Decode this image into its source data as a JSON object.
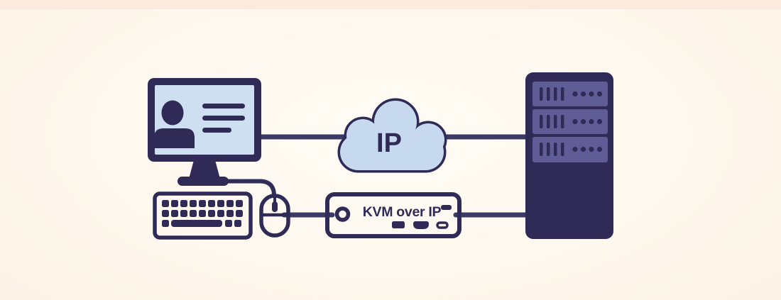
{
  "illustration": {
    "description": "KVM over IP network diagram",
    "cloud": {
      "label": "IP"
    },
    "kvm_device": {
      "label": "KVM over IP"
    },
    "components": [
      "monitor-with-user-card",
      "keyboard",
      "mouse",
      "ip-cloud",
      "kvm-over-ip-device",
      "server-rack"
    ],
    "colors": {
      "background": "#fdf4e8",
      "background_top_band": "#fcebdc",
      "outline_dark_navy": "#2f2b56",
      "wire": "#3d3966",
      "device_purple": "#605d96",
      "kvm_purple": "#716da3",
      "screen_blue": "#cfdff2",
      "cloud_blue": "#c7d9ef"
    }
  }
}
